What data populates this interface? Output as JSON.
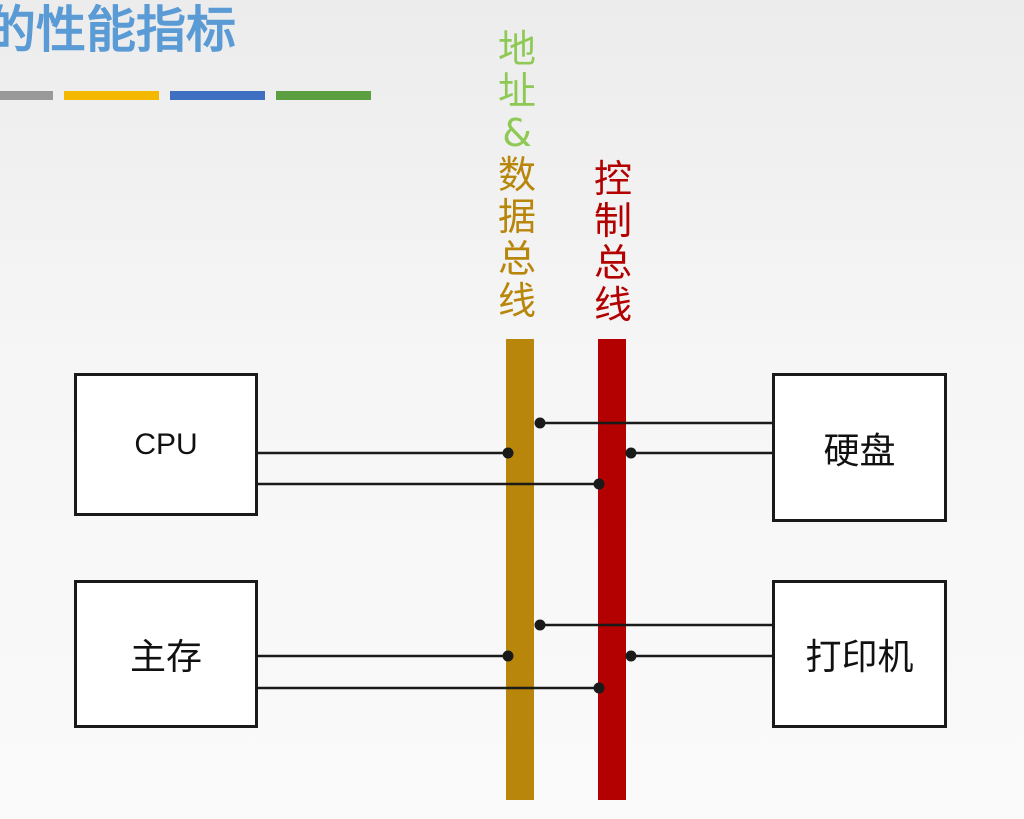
{
  "header": {
    "title": "的性能指标",
    "stripes": [
      "#999999",
      "#f5b800",
      "#3f6fc1",
      "#5aa040"
    ]
  },
  "buses": {
    "address_data": {
      "label": [
        "地",
        "址",
        "&",
        "数",
        "据",
        "总",
        "线"
      ],
      "label_colors": [
        "#8fc955",
        "#8fc955",
        "#8fc955",
        "#b8860b",
        "#b8860b",
        "#b8860b",
        "#b8860b"
      ],
      "color": "#b8860b"
    },
    "control": {
      "label": [
        "控",
        "制",
        "总",
        "线"
      ],
      "label_color": "#b30000",
      "color": "#b30000"
    }
  },
  "devices": {
    "cpu": "CPU",
    "memory": "主存",
    "disk": "硬盘",
    "printer": "打印机"
  },
  "colors": {
    "wire": "#1a1a1a",
    "box_border": "#1a1a1a"
  }
}
